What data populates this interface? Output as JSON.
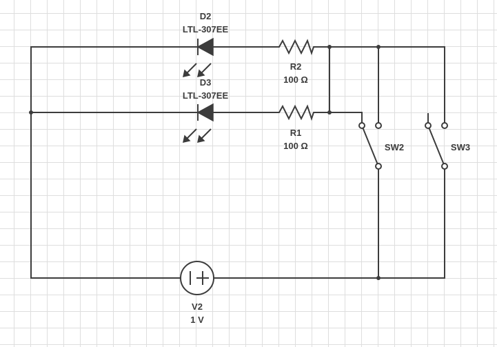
{
  "components": {
    "d2": {
      "ref": "D2",
      "part": "LTL-307EE"
    },
    "d3": {
      "ref": "D3",
      "part": "LTL-307EE"
    },
    "r2": {
      "ref": "R2",
      "value": "100 Ω"
    },
    "r1": {
      "ref": "R1",
      "value": "100 Ω"
    },
    "sw2": {
      "ref": "SW2"
    },
    "sw3": {
      "ref": "SW3"
    },
    "v2": {
      "ref": "V2",
      "value": "1 V"
    }
  },
  "colors": {
    "wire": "#3c3c3c",
    "grid": "#dedede",
    "background": "#ffffff"
  }
}
